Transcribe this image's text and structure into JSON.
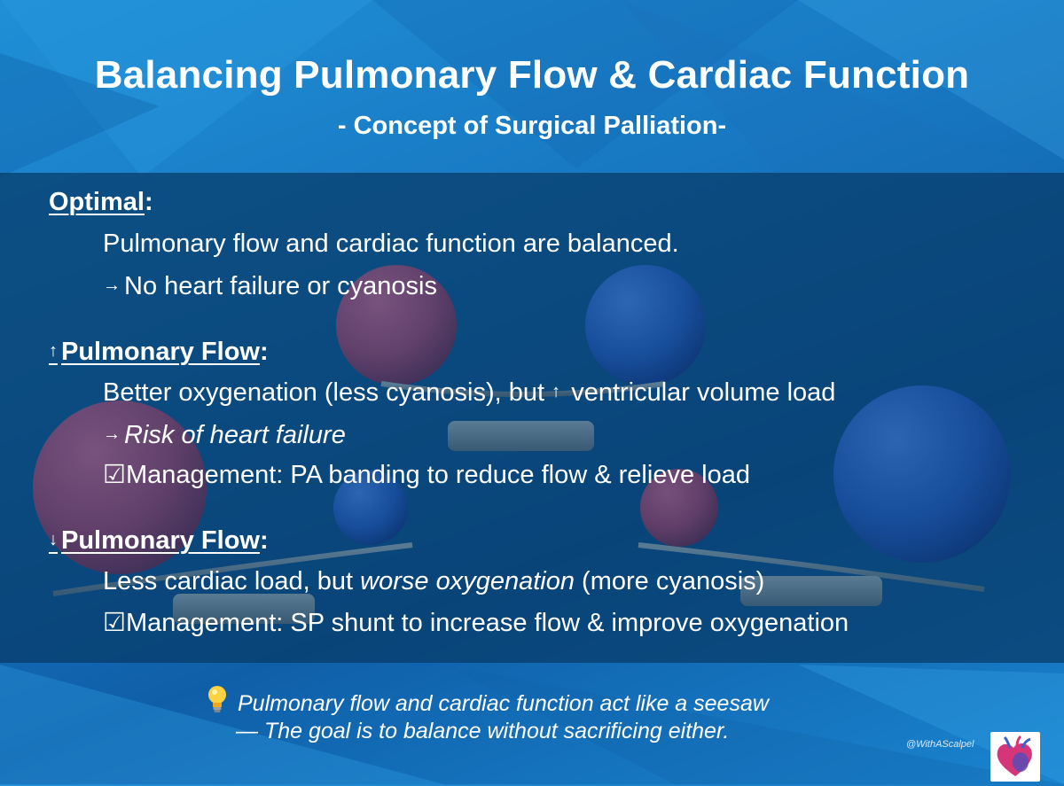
{
  "header": {
    "title": "Balancing Pulmonary Flow & Cardiac Function",
    "subtitle": "- Concept of Surgical Palliation-"
  },
  "sections": {
    "optimal": {
      "heading": "Optimal",
      "colon": ":",
      "line1": "Pulmonary flow and cardiac function are balanced.",
      "arrow": "→",
      "line2": "No heart failure or cyanosis"
    },
    "increased": {
      "arrow": "↑",
      "heading": "Pulmonary Flow",
      "colon": ":",
      "line1_a": "Better oxygenation (less cyanosis), but ",
      "line1_arrow": "↑",
      "line1_b": " ventricular volume load",
      "result_arrow": "→",
      "result": "Risk of heart failure",
      "management": "☑Management: PA banding to reduce flow & relieve load"
    },
    "decreased": {
      "arrow": "↓",
      "heading": "Pulmonary Flow",
      "colon": ":",
      "line1_a": "Less cardiac load, but ",
      "line1_em": "worse oxygenation",
      "line1_b": " (more cyanosis)",
      "management": "☑Management: SP shunt to increase flow & improve oxygenation"
    }
  },
  "footer": {
    "tip_icon": "lightbulb-icon",
    "tip_line1": "Pulmonary flow and cardiac function act like a seesaw",
    "tip_line2": "— The goal is to balance without sacrificing either.",
    "handle": "@WithAScalpel",
    "logo_icon": "heart-icon"
  },
  "colors": {
    "background": "#1878c2",
    "panel": "#073a66",
    "red_ball": "#a83a5c",
    "blue_ball": "#2456b8",
    "text": "#ffffff"
  }
}
